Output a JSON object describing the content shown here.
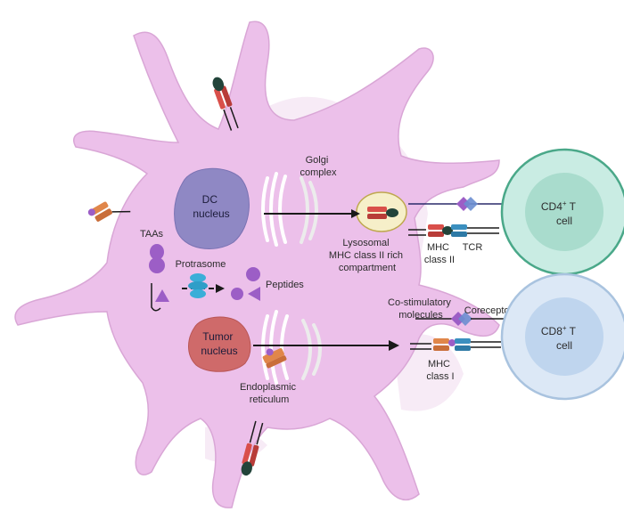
{
  "labels": {
    "golgi": [
      "Golgi",
      "complex"
    ],
    "dc_nucleus": [
      "DC",
      "nucleus"
    ],
    "tumor_nucleus": [
      "Tumor",
      "nucleus"
    ],
    "taas": "TAAs",
    "protrasome": "Protrasome",
    "peptides": "Peptides",
    "lysosomal": [
      "Lysosomal",
      "MHC class II rich",
      "compartment"
    ],
    "mhc_class_ii": [
      "MHC",
      "class II"
    ],
    "tcr": "TCR",
    "co_stimulatory": [
      "Co-stimulatory",
      "molecules"
    ],
    "coreceptor": "Coreceptor",
    "mhc_class_i": [
      "MHC",
      "class I"
    ],
    "er": [
      "Endoplasmic",
      "reticulum"
    ],
    "cd4": [
      "CD4",
      "+",
      " T",
      "cell"
    ],
    "cd8": [
      "CD8",
      "+",
      " T",
      "cell"
    ]
  },
  "colors": {
    "cell_body": "#ecc0ea",
    "cell_outline": "#d9a6d6",
    "dc_nucleus": "#8f88c4",
    "tumor_nucleus": "#cf6a6a",
    "cd4_outer": "#c9ece3",
    "cd4_border": "#4aa889",
    "cd8_outer": "#dce8f6",
    "cd8_border": "#a9c3df",
    "mhc_red": "#d94f4a",
    "mhc_orange": "#e0864a",
    "tcr_blue": "#3a8fbf",
    "purple": "#9c5ec6",
    "proteasome": "#3aaed8"
  }
}
